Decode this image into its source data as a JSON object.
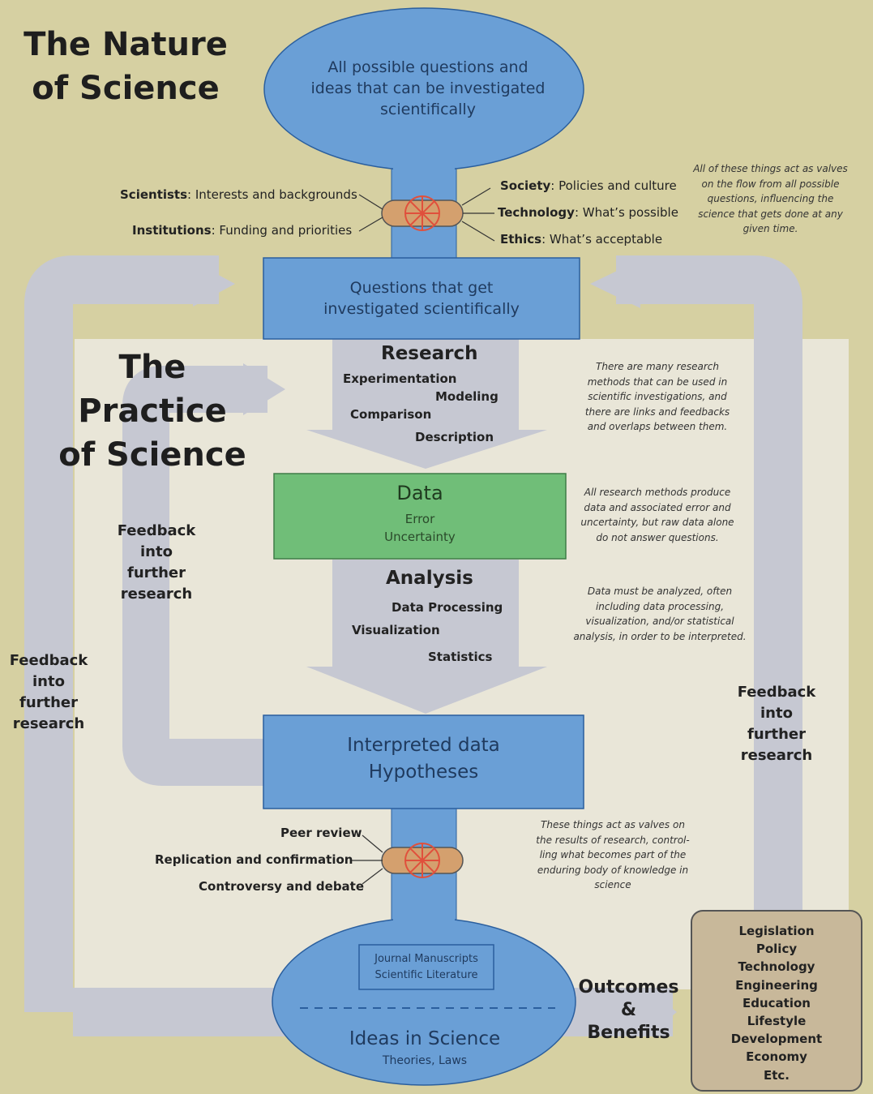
{
  "nature_title": "The Nature\nof Science",
  "practice_title": "The Practice\nof Science",
  "top_ellipse": "All possible questions and\nideas that can be investigated\nscientifically",
  "top_valve": {
    "left": [
      {
        "bold": "Scientists",
        "rest": ": Interests and backgrounds"
      },
      {
        "bold": "Institutions",
        "rest": ": Funding and priorities"
      }
    ],
    "right": [
      {
        "bold": "Society",
        "rest": ": Policies and culture"
      },
      {
        "bold": "Technology",
        "rest": ": What’s  possible"
      },
      {
        "bold": "Ethics",
        "rest": ": What’s acceptable"
      }
    ],
    "note": "All of these things act as valves\non the flow from all possible\nquestions, influencing the\nscience that gets done at any\ngiven time."
  },
  "questions_box": "Questions that get\ninvestigated scientifically",
  "research": {
    "heading": "Research",
    "items": [
      "Experimentation",
      "Modeling",
      "Comparison",
      "Description"
    ],
    "note": "There are many research\nmethods that can be used in\nscientific investigations, and\nthere are links and feedbacks\nand overlaps between them."
  },
  "data_box": {
    "title": "Data",
    "sub": "Error\nUncertainty",
    "note": "All research methods produce\ndata and associated error and\nuncertainty, but raw data alone\ndo not answer questions."
  },
  "analysis": {
    "heading": "Analysis",
    "items": [
      "Data Processing",
      "Visualization",
      "Statistics"
    ],
    "note": "Data must be analyzed, often\nincluding data processing,\nvisualization, and/or statistical\nanalysis, in order to be interpreted."
  },
  "interpreted_box": "Interpreted data\nHypotheses",
  "bottom_valve": {
    "left": [
      "Peer review",
      "Replication and confirmation",
      "Controversy and debate"
    ],
    "note": "These things act as valves on\nthe results of research, control-\nling what becomes part of the\nenduring body of knowledge in\nscience"
  },
  "bottom_ellipse": {
    "journal": "Journal Manuscripts\nScientific Literature",
    "title": "Ideas in Science",
    "sub": "Theories, Laws"
  },
  "outcomes": "Outcomes\n&\nBenefits",
  "outcomes_list": [
    "Legislation",
    "Policy",
    "Technology",
    "Engineering",
    "Education",
    "Lifestyle",
    "Development",
    "Economy",
    "Etc."
  ],
  "feedback_label": "Feedback\ninto\nfurther\nresearch",
  "colors": {
    "background": "#d6d0a2",
    "panel": "#e9e6d8",
    "blue": "#6a9fd6",
    "blue_border": "#2b5f9e",
    "green": "#70be78",
    "gray_arrow": "#c6c8d2",
    "valve": "#d4a06e",
    "valve_wheel": "#e0503c",
    "outcomes_box": "#c8b89a"
  }
}
